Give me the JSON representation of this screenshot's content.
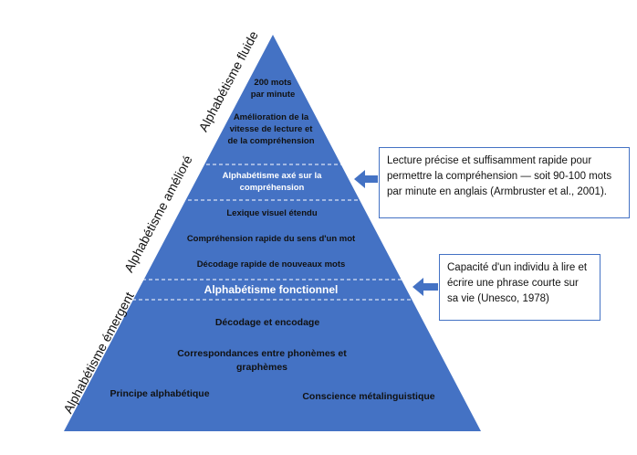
{
  "colors": {
    "pyramid_fill": "#4472c4",
    "dash_line": "#ffffff",
    "callout_border": "#4472c4",
    "arrow": "#4472c4"
  },
  "side_labels": {
    "fluide": "Alphabétisme fluide",
    "ameliore": "Alphabétisme amélioré",
    "emergent": "Alphabétisme émergent"
  },
  "pyramid": {
    "top": {
      "wpm_line1": "200 mots",
      "wpm_line2": "par minute",
      "speed_line1": "Amélioration de la",
      "speed_line2": "vitesse de lecture et",
      "speed_line3": "de la compréhension"
    },
    "middle": {
      "focus_line1": "Alphabétisme axé sur la",
      "focus_line2": "compréhension",
      "vocab": "Lexique visuel étendu",
      "meaning": "Compréhension rapide du sens d'un mot",
      "decoding_new": "Décodage rapide de nouveaux mots"
    },
    "functional": "Alphabétisme fonctionnel",
    "bottom": {
      "decode_encode": "Décodage et encodage",
      "corresp_line1": "Correspondances entre phonèmes et",
      "corresp_line2": "graphèmes",
      "principle": "Principe alphabétique",
      "metaling": "Conscience métalinguistique"
    }
  },
  "callouts": {
    "top": "Lecture précise et suffisamment rapide pour permettre la compréhension — soit 90-100 mots par minute en anglais (Armbruster et al., 2001).",
    "bottom": "Capacité d'un individu à lire et écrire une phrase courte sur sa vie (Unesco, 1978)"
  }
}
